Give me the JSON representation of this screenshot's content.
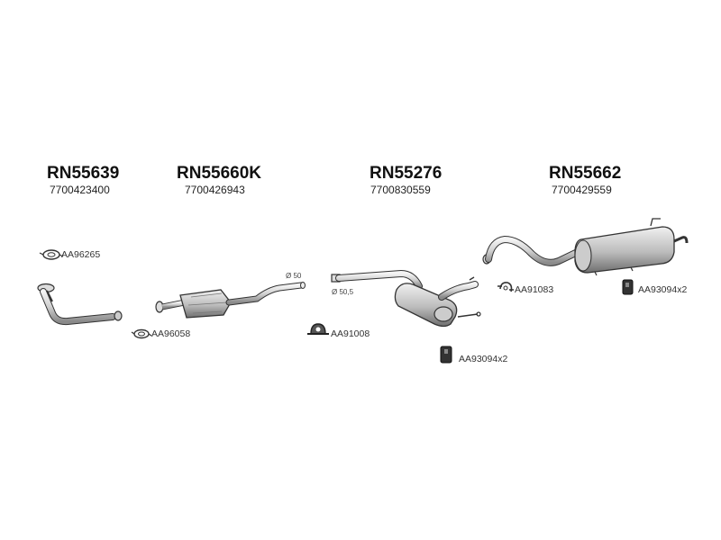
{
  "groups": [
    {
      "code": "RN55639",
      "oem": "7700423400"
    },
    {
      "code": "RN55660K",
      "oem": "7700426943"
    },
    {
      "code": "RN55276",
      "oem": "7700830559"
    },
    {
      "code": "RN55662",
      "oem": "7700429559"
    }
  ],
  "accessories": {
    "gasket_1": "AA96265",
    "gasket_2": "AA96058",
    "clamp_1": "AA91008",
    "rubber_mount_1": "AA93094x2",
    "clamp_2": "AA91083",
    "rubber_mount_2": "AA93094x2"
  },
  "dimensions": {
    "pipe_diameter_1": "Ø 50",
    "pipe_diameter_2": "Ø 50,5"
  },
  "colors": {
    "line": "#333333",
    "fill_light": "#e6e6e6",
    "fill_mid": "#bdbdbd",
    "fill_dark": "#555555"
  }
}
